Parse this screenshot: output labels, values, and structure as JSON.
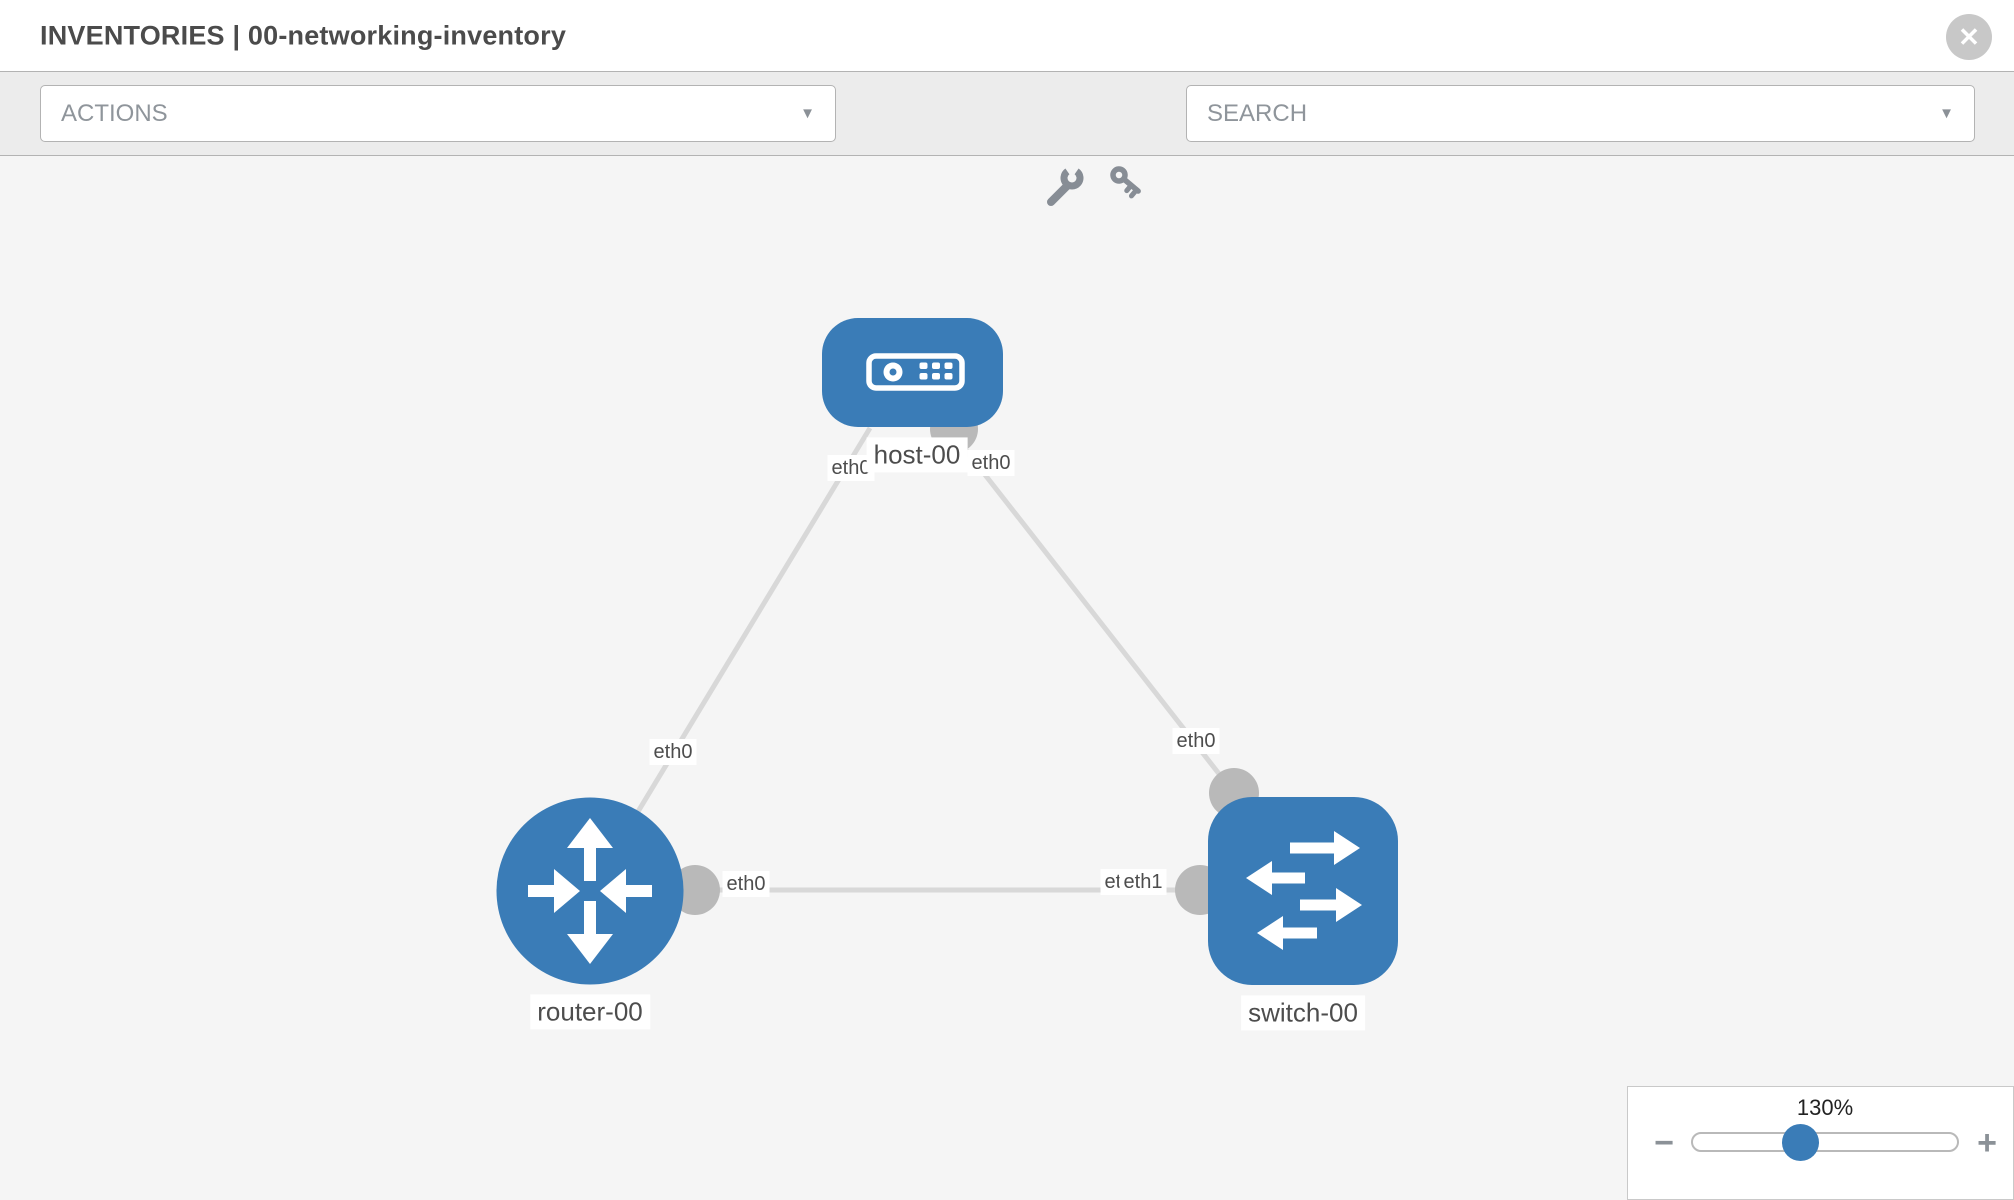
{
  "header": {
    "title": "INVENTORIES | 00-networking-inventory"
  },
  "toolbar": {
    "actions_placeholder": "ACTIONS",
    "search_placeholder": "SEARCH"
  },
  "icons": {
    "close": "✕",
    "caret": "▼",
    "minus": "−",
    "plus": "+"
  },
  "canvas": {
    "nodes": [
      {
        "label": "host-00",
        "type": "host"
      },
      {
        "label": "router-00",
        "type": "router"
      },
      {
        "label": "switch-00",
        "type": "switch"
      }
    ],
    "interface_labels": {
      "host_left": "eth0",
      "host_right": "eth0",
      "router_uplink": "eth0",
      "switch_uplink": "eth0",
      "router_lan": "eth0",
      "switch_lan_hidden": "eth0",
      "switch_lan": "eth1"
    },
    "links": [
      {
        "from": "host-00",
        "from_interface": "eth0",
        "to": "router-00",
        "to_interface": "eth0"
      },
      {
        "from": "host-00",
        "from_interface": "eth0",
        "to": "switch-00",
        "to_interface": "eth0"
      },
      {
        "from": "router-00",
        "from_interface": "eth0",
        "to": "switch-00",
        "to_interface": "eth1"
      }
    ]
  },
  "zoom_control": {
    "level": "130%"
  },
  "colors": {
    "node_blue": "#3a7cb7",
    "link_gray": "#d8d8d8",
    "bubble_gray": "#b9b9b9",
    "handle_blue": "#3a7cb7"
  }
}
